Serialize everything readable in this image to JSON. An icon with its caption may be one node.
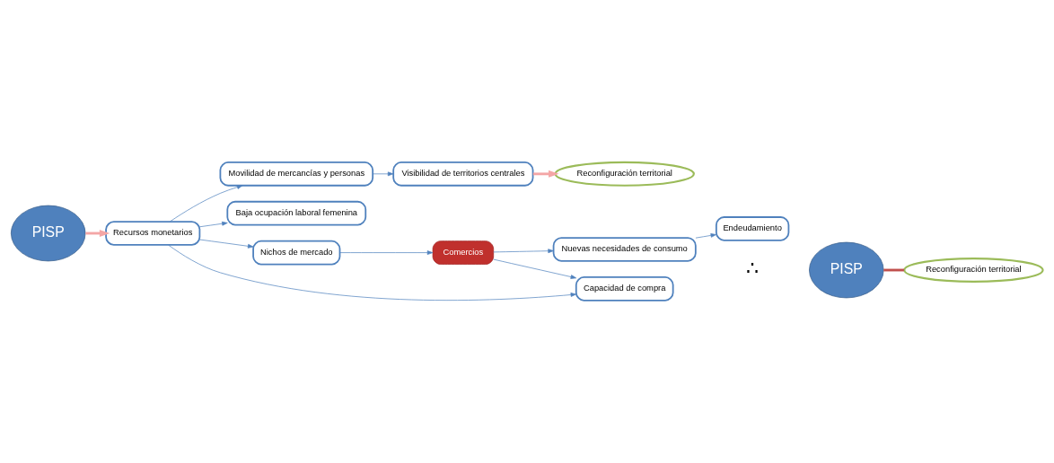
{
  "diagram": {
    "nodes": [
      {
        "text": [
          "PISP"
        ]
      },
      {
        "text": [
          "Movilidad de mercancías y personas"
        ]
      },
      {
        "text": [
          "Visibilidad de territorios centrales"
        ]
      },
      {
        "text": [
          "Reconfiguración territorial"
        ]
      },
      {
        "text": [
          "Recursos monetarios"
        ]
      },
      {
        "text": [
          "Baja ocupación laboral femenina"
        ]
      },
      {
        "text": [
          "Nichos de mercado"
        ]
      },
      {
        "text": [
          "Capacidad de compra"
        ]
      },
      {
        "text": [
          "Endeudamiento"
        ]
      },
      {
        "text": [
          "Comercios"
        ]
      },
      {
        "text": [
          "Nuevas necesidades de consumo"
        ]
      },
      {
        "text": [
          "PISP"
        ]
      },
      {
        "text": [
          "Reconfiguración territorial"
        ]
      }
    ],
    "edges": [
      {
        "from": 0,
        "to": 4,
        "arrow": "to",
        "style": "thick",
        "color": "#f4a6a6"
      },
      {
        "from": 4,
        "to": 1,
        "arrow": "to"
      },
      {
        "from": 1,
        "to": 2,
        "arrow": "to"
      },
      {
        "from": 2,
        "to": 3,
        "arrow": "to",
        "style": "thick",
        "color": "#f4a6a6"
      },
      {
        "from": 4,
        "to": 5,
        "arrow": "to"
      },
      {
        "from": 4,
        "to": 6,
        "arrow": "to"
      },
      {
        "from": 4,
        "to": 7,
        "arrow": "to"
      },
      {
        "from": 6,
        "to": 9,
        "arrow": "to"
      },
      {
        "from": 9,
        "to": 7,
        "arrow": "to"
      },
      {
        "from": 9,
        "to": 10,
        "arrow": "to"
      },
      {
        "from": 10,
        "to": 8,
        "arrow": "to"
      },
      {
        "from": 11,
        "to": 12,
        "arrow": "none",
        "style": "thick",
        "color": "#c0504d"
      }
    ],
    "labels": [
      "∴"
    ]
  }
}
